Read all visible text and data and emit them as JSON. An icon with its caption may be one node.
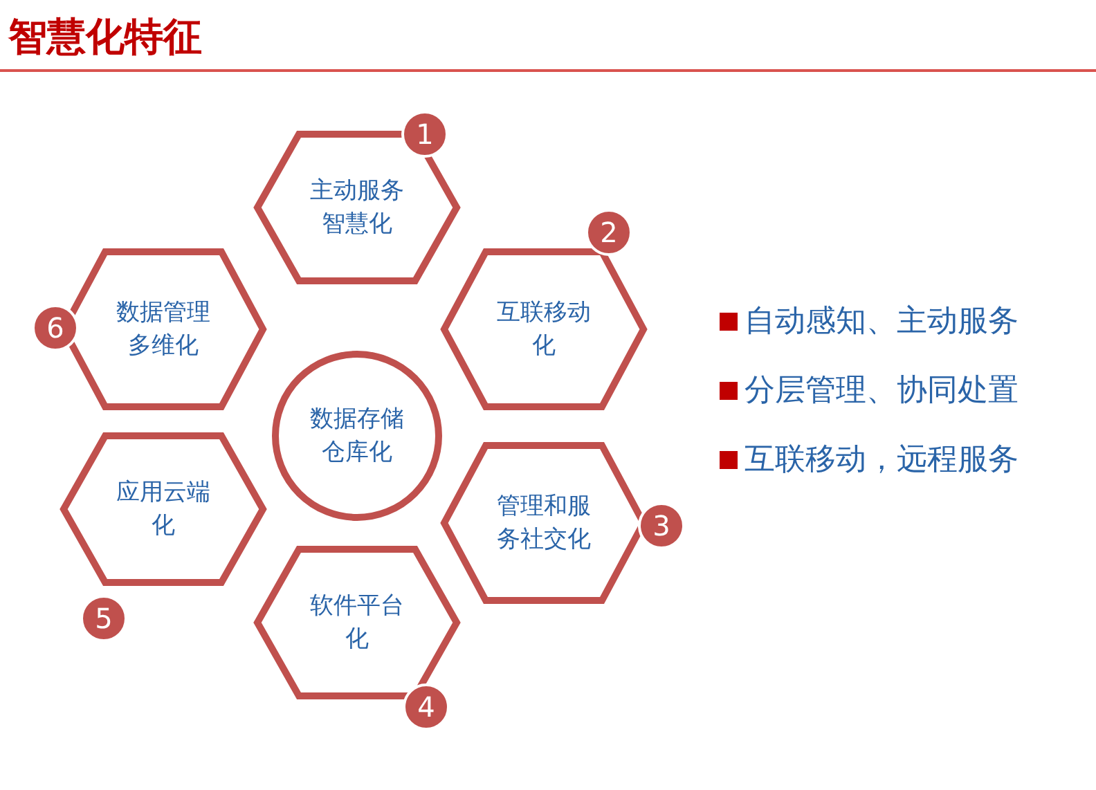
{
  "diagram": {
    "title": "智慧化特征",
    "nodes": [
      {
        "text": [
          "主动服务智慧化"
        ]
      },
      {
        "text": [
          "互联移动化"
        ]
      },
      {
        "text": [
          "管理和服务社交化"
        ]
      },
      {
        "text": [
          "软件平台化"
        ]
      },
      {
        "text": [
          "应用云端化"
        ]
      },
      {
        "text": [
          "数据管理多维化"
        ]
      },
      {
        "text": [
          "数据存储仓库化"
        ]
      },
      {
        "text": [
          "1"
        ]
      },
      {
        "text": [
          "2"
        ]
      },
      {
        "text": [
          "3"
        ]
      },
      {
        "text": [
          "4"
        ]
      },
      {
        "text": [
          "5"
        ]
      },
      {
        "text": [
          "6"
        ]
      }
    ],
    "labels": [
      "自动感知、主动服务",
      "分层管理、协同处置",
      "互联移动，远程服务"
    ]
  }
}
